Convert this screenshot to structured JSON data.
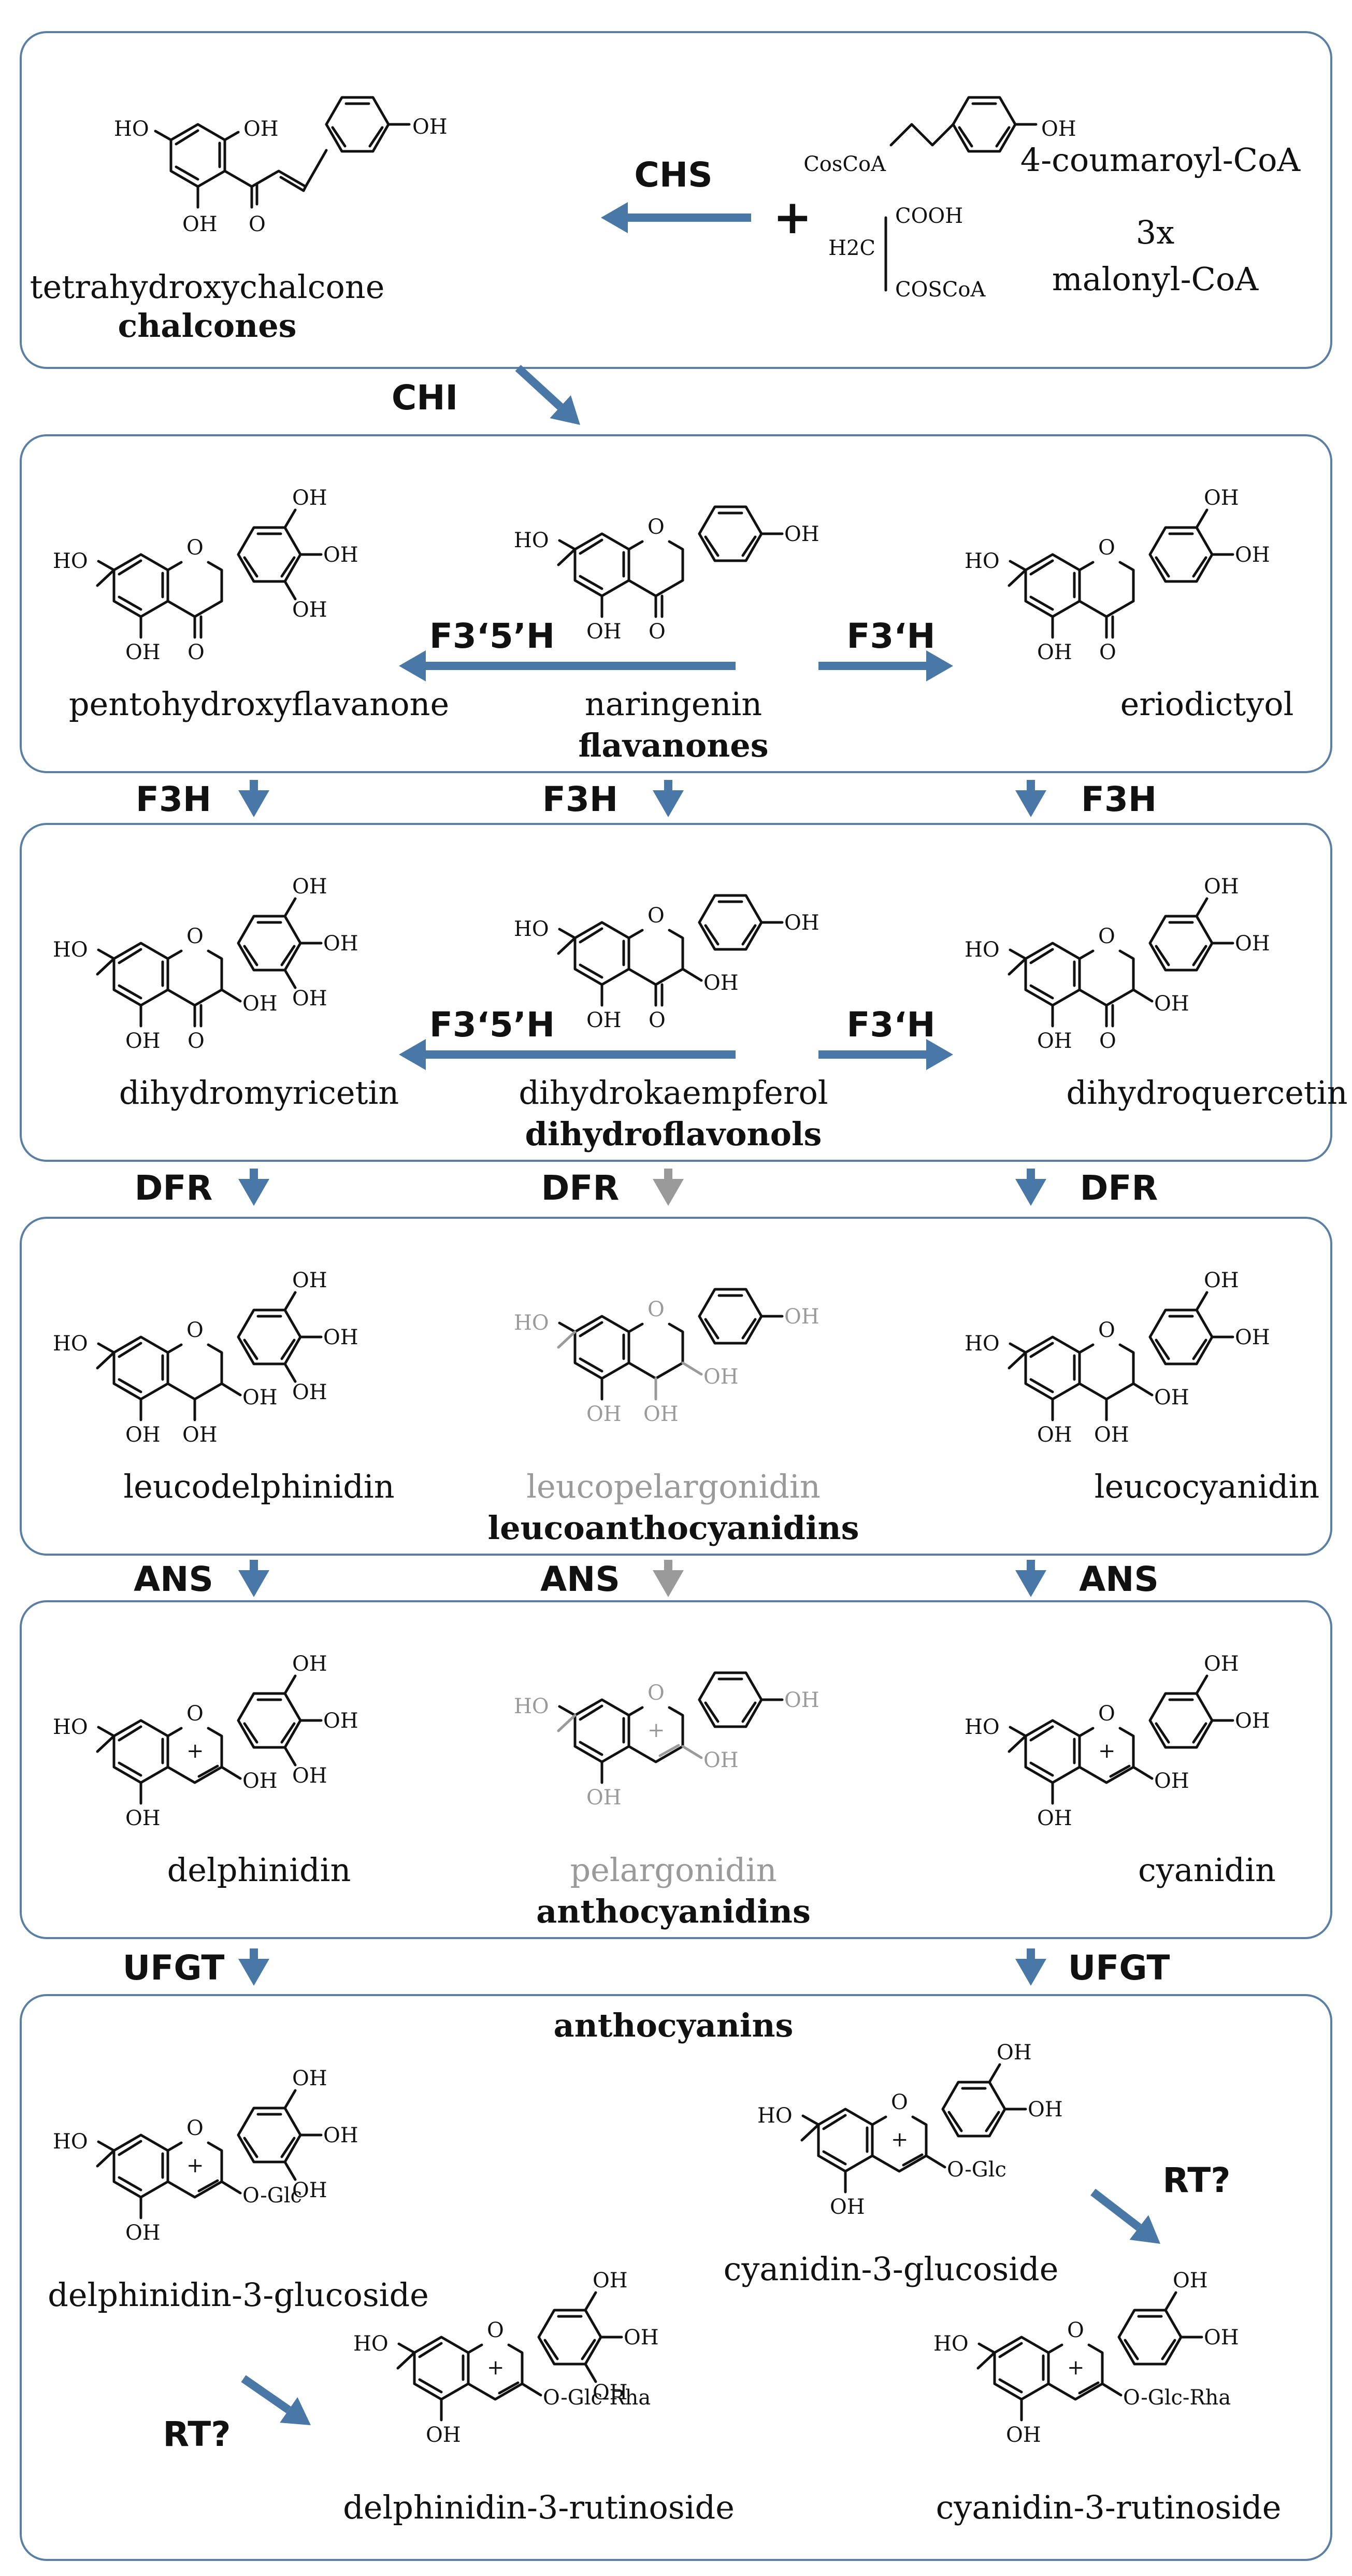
{
  "colors": {
    "arrow_main": "#4a78a6",
    "arrow_minor": "#9a9a9a",
    "frame": "#5a7fa3",
    "muted_text": "#9a9a9a"
  },
  "substrates": {
    "coumaroyl": {
      "label": "4-coumaroyl-CoA",
      "group": "CosCoA",
      "oh": "OH"
    },
    "malonyl": {
      "count": "3x",
      "label": "malonyl-CoA",
      "cooh": "COOH",
      "h2c": "H2C",
      "coscoa": "COSCoA"
    },
    "plus": "+"
  },
  "enzymes": {
    "chs": "CHS",
    "chi": "CHI",
    "f35h": "F3‘5’H",
    "f3h_prime": "F3‘H",
    "f3h": "F3H",
    "dfr": "DFR",
    "ans": "ANS",
    "ufgt": "UFGT",
    "rt": "RT?"
  },
  "atoms": {
    "oh": "OH",
    "ho": "HO",
    "o": "O",
    "plus": "+",
    "oglc": "O-Glc",
    "oglcrha": "O-Glc-Rha"
  },
  "boxes": {
    "chalcones": {
      "compound": "tetrahydroxychalcone",
      "class": "chalcones"
    },
    "flavanones": {
      "left": "pentohydroxyflavanone",
      "center": "naringenin",
      "right": "eriodictyol",
      "class": "flavanones"
    },
    "dihydroflavonols": {
      "left": "dihydromyricetin",
      "center": "dihydrokaempferol",
      "right": "dihydroquercetin",
      "class": "dihydroflavonols"
    },
    "leucoanthocyanidins": {
      "left": "leucodelphinidin",
      "center": "leucopelargonidin",
      "right": "leucocyanidin",
      "class": "leucoanthocyanidins"
    },
    "anthocyanidins": {
      "left": "delphinidin",
      "center": "pelargonidin",
      "right": "cyanidin",
      "class": "anthocyanidins"
    },
    "anthocyanins": {
      "class": "anthocyanins",
      "dg": "delphinidin-3-glucoside",
      "cg": "cyanidin-3-glucoside",
      "dr": "delphinidin-3-rutinoside",
      "cr": "cyanidin-3-rutinoside"
    }
  }
}
